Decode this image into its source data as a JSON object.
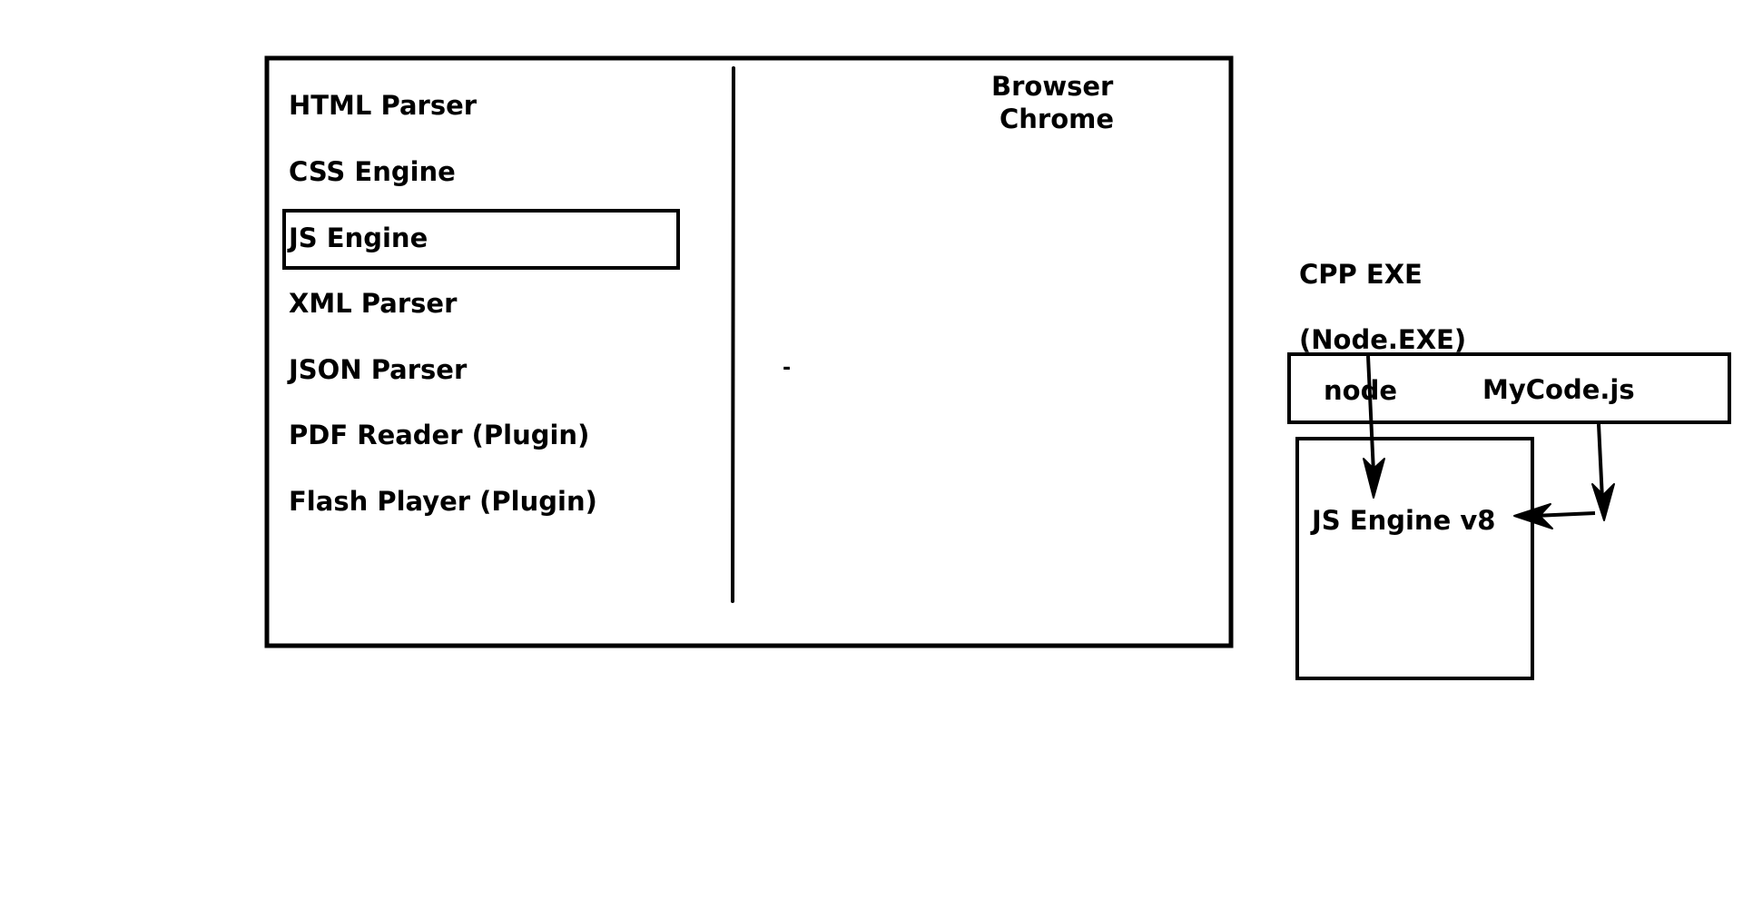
{
  "browser": {
    "title_line1": "Browser",
    "title_line2": "Chrome",
    "components": [
      "HTML Parser",
      "CSS Engine",
      "JS Engine",
      "XML Parser",
      "JSON Parser",
      "PDF Reader (Plugin)",
      "Flash Player (Plugin)"
    ],
    "highlighted_component": "JS Engine",
    "stray_mark": "-"
  },
  "node": {
    "exe_label": "CPP EXE",
    "exe_name": "(Node.EXE)",
    "command": {
      "program": "node",
      "script": "MyCode.js"
    },
    "engine": "JS Engine v8"
  },
  "colors": {
    "stroke": "#000000",
    "background": "#ffffff"
  }
}
